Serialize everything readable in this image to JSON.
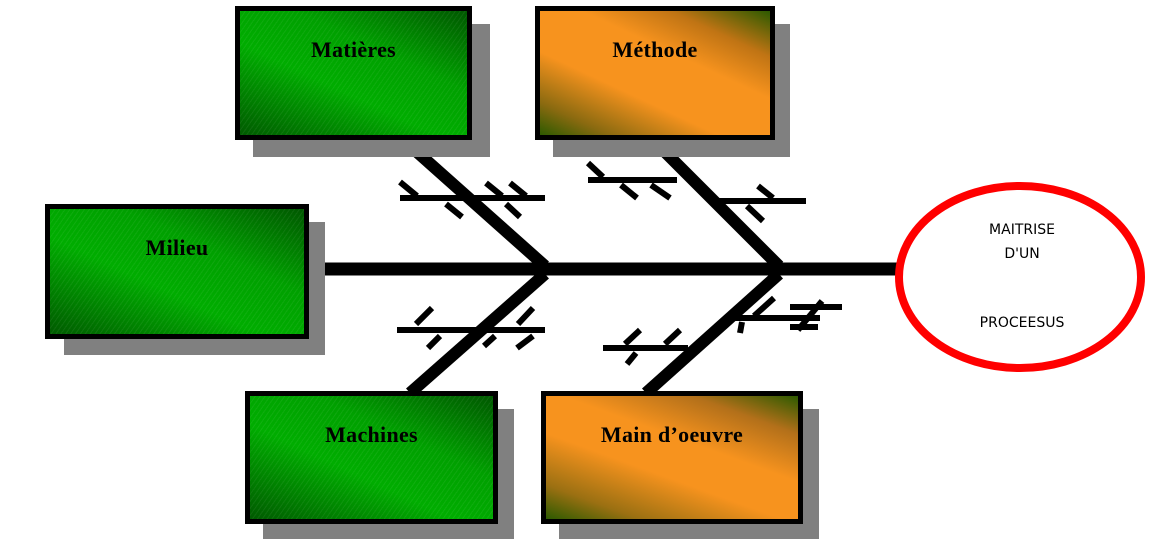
{
  "diagram": {
    "type": "ishikawa",
    "causes": {
      "top": [
        {
          "id": "matieres",
          "label": "Matières",
          "color": "green"
        },
        {
          "id": "methode",
          "label": "Méthode",
          "color": "orange"
        }
      ],
      "left": [
        {
          "id": "milieu",
          "label": "Milieu",
          "color": "green"
        }
      ],
      "bottom": [
        {
          "id": "machines",
          "label": "Machines",
          "color": "green"
        },
        {
          "id": "main-doeuvre",
          "label": "Main d’oeuvre",
          "color": "orange"
        }
      ]
    },
    "effect": {
      "line1": "MAITRISE",
      "line2": "D'UN",
      "line3": "PROCEESUS",
      "border_color": "#ff0000"
    },
    "colors": {
      "green": "#00a800",
      "orange": "#f7931e",
      "shadow": "#808080",
      "line": "#000000"
    }
  }
}
